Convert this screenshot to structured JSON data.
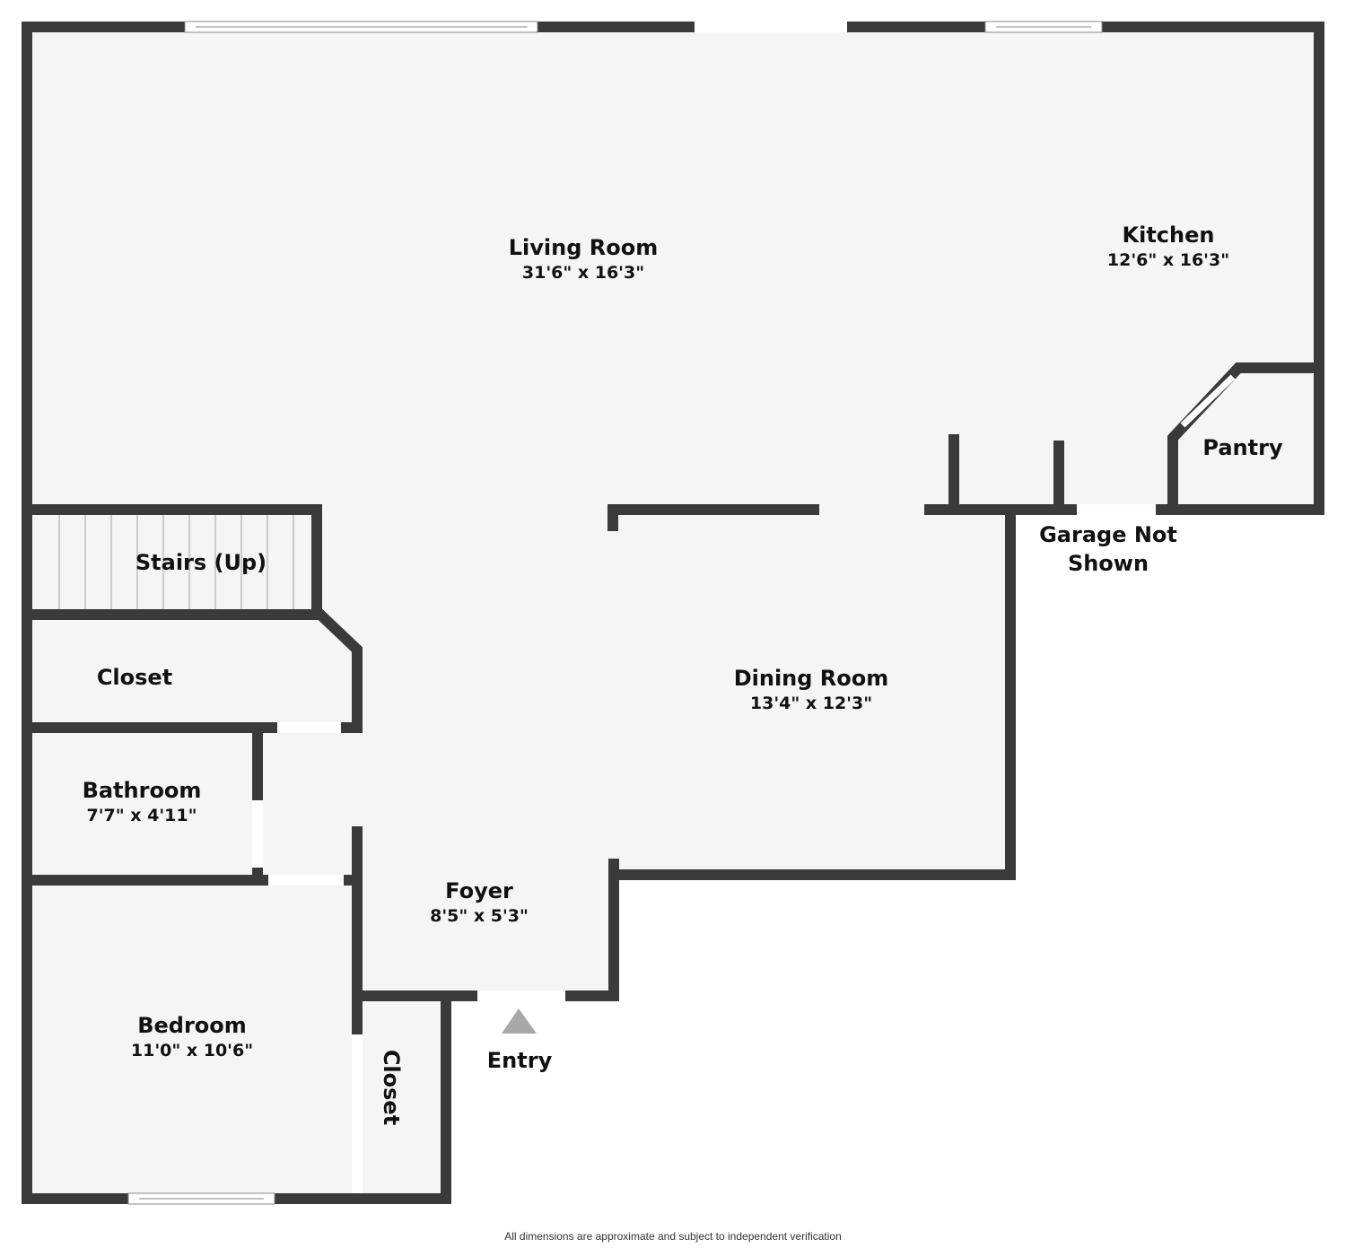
{
  "colors": {
    "wall": "#3a3a3a",
    "floor": "#f5f5f5",
    "opening": "#ffffff",
    "entry_arrow": "#a8a8a8"
  },
  "rooms": {
    "living_room": {
      "name": "Living Room",
      "dims": "31'6\" x 16'3\""
    },
    "kitchen": {
      "name": "Kitchen",
      "dims": "12'6\" x 16'3\""
    },
    "pantry": {
      "name": "Pantry"
    },
    "garage": {
      "name_line1": "Garage Not",
      "name_line2": "Shown"
    },
    "stairs": {
      "name": "Stairs (Up)"
    },
    "closet_upper": {
      "name": "Closet"
    },
    "dining_room": {
      "name": "Dining Room",
      "dims": "13'4\" x 12'3\""
    },
    "bathroom": {
      "name": "Bathroom",
      "dims": "7'7\" x 4'11\""
    },
    "foyer": {
      "name": "Foyer",
      "dims": "8'5\" x 5'3\""
    },
    "bedroom": {
      "name": "Bedroom",
      "dims": "11'0\" x 10'6\""
    },
    "closet_lower": {
      "name": "Closet"
    },
    "entry": {
      "name": "Entry"
    }
  },
  "footer": "All dimensions are approximate and subject to independent verification"
}
